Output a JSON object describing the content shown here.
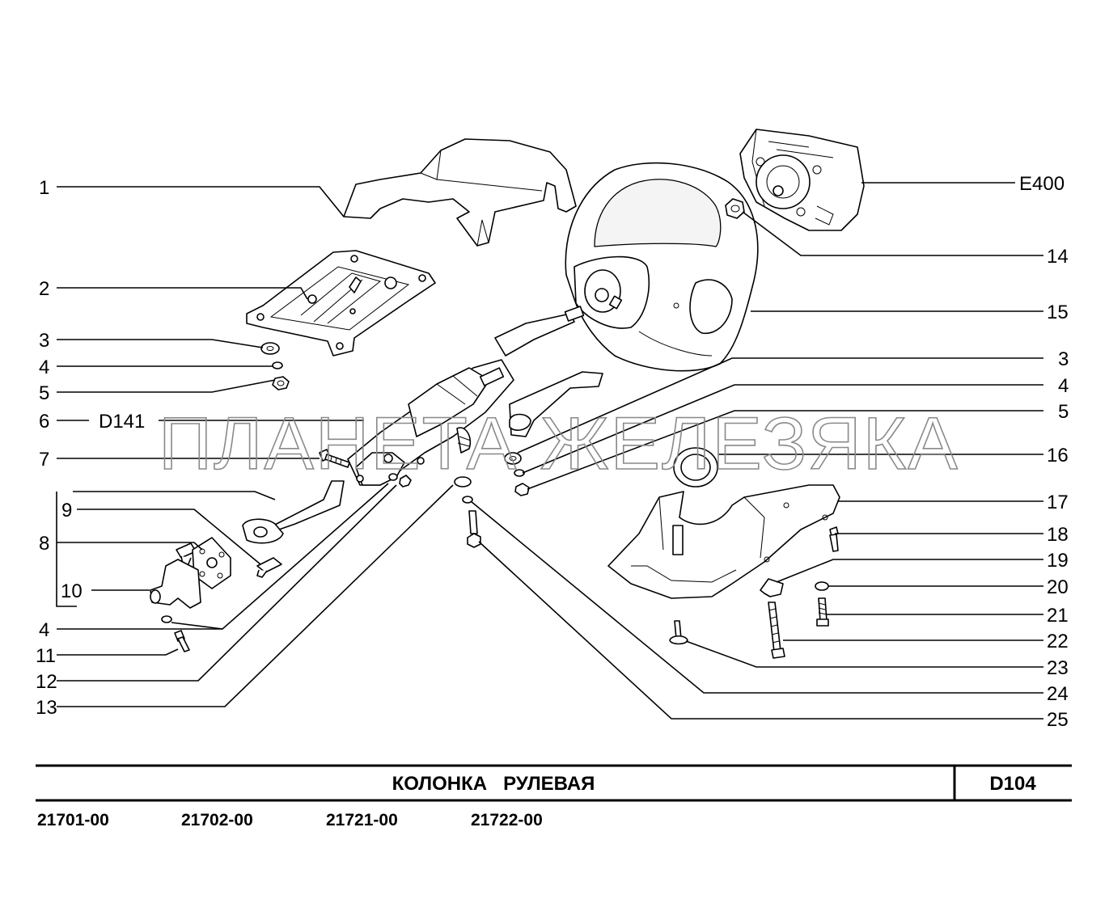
{
  "callouts_left": [
    {
      "id": "1",
      "label": "1"
    },
    {
      "id": "2",
      "label": "2"
    },
    {
      "id": "3",
      "label": "3"
    },
    {
      "id": "4a",
      "label": "4"
    },
    {
      "id": "5",
      "label": "5"
    },
    {
      "id": "6",
      "label": "6"
    },
    {
      "id": "6ref",
      "label": "D141"
    },
    {
      "id": "7",
      "label": "7"
    },
    {
      "id": "8",
      "label": "8"
    },
    {
      "id": "9",
      "label": "9"
    },
    {
      "id": "10",
      "label": "10"
    },
    {
      "id": "4b",
      "label": "4"
    },
    {
      "id": "11",
      "label": "11"
    },
    {
      "id": "12",
      "label": "12"
    },
    {
      "id": "13",
      "label": "13"
    }
  ],
  "callouts_right": [
    {
      "id": "E400",
      "label": "E400"
    },
    {
      "id": "14",
      "label": "14"
    },
    {
      "id": "15",
      "label": "15"
    },
    {
      "id": "3r",
      "label": "3"
    },
    {
      "id": "4r",
      "label": "4"
    },
    {
      "id": "5r",
      "label": "5"
    },
    {
      "id": "16",
      "label": "16"
    },
    {
      "id": "17",
      "label": "17"
    },
    {
      "id": "18",
      "label": "18"
    },
    {
      "id": "19",
      "label": "19"
    },
    {
      "id": "20",
      "label": "20"
    },
    {
      "id": "21",
      "label": "21"
    },
    {
      "id": "22",
      "label": "22"
    },
    {
      "id": "23",
      "label": "23"
    },
    {
      "id": "24",
      "label": "24"
    },
    {
      "id": "25",
      "label": "25"
    }
  ],
  "watermark": "ПЛАНЕТА ЖЕЛЕЗЯКА",
  "title_block": {
    "title": "КОЛОНКА   РУЛЕВАЯ",
    "code": "D104"
  },
  "models": [
    "21701-00",
    "21702-00",
    "21721-00",
    "21722-00"
  ]
}
